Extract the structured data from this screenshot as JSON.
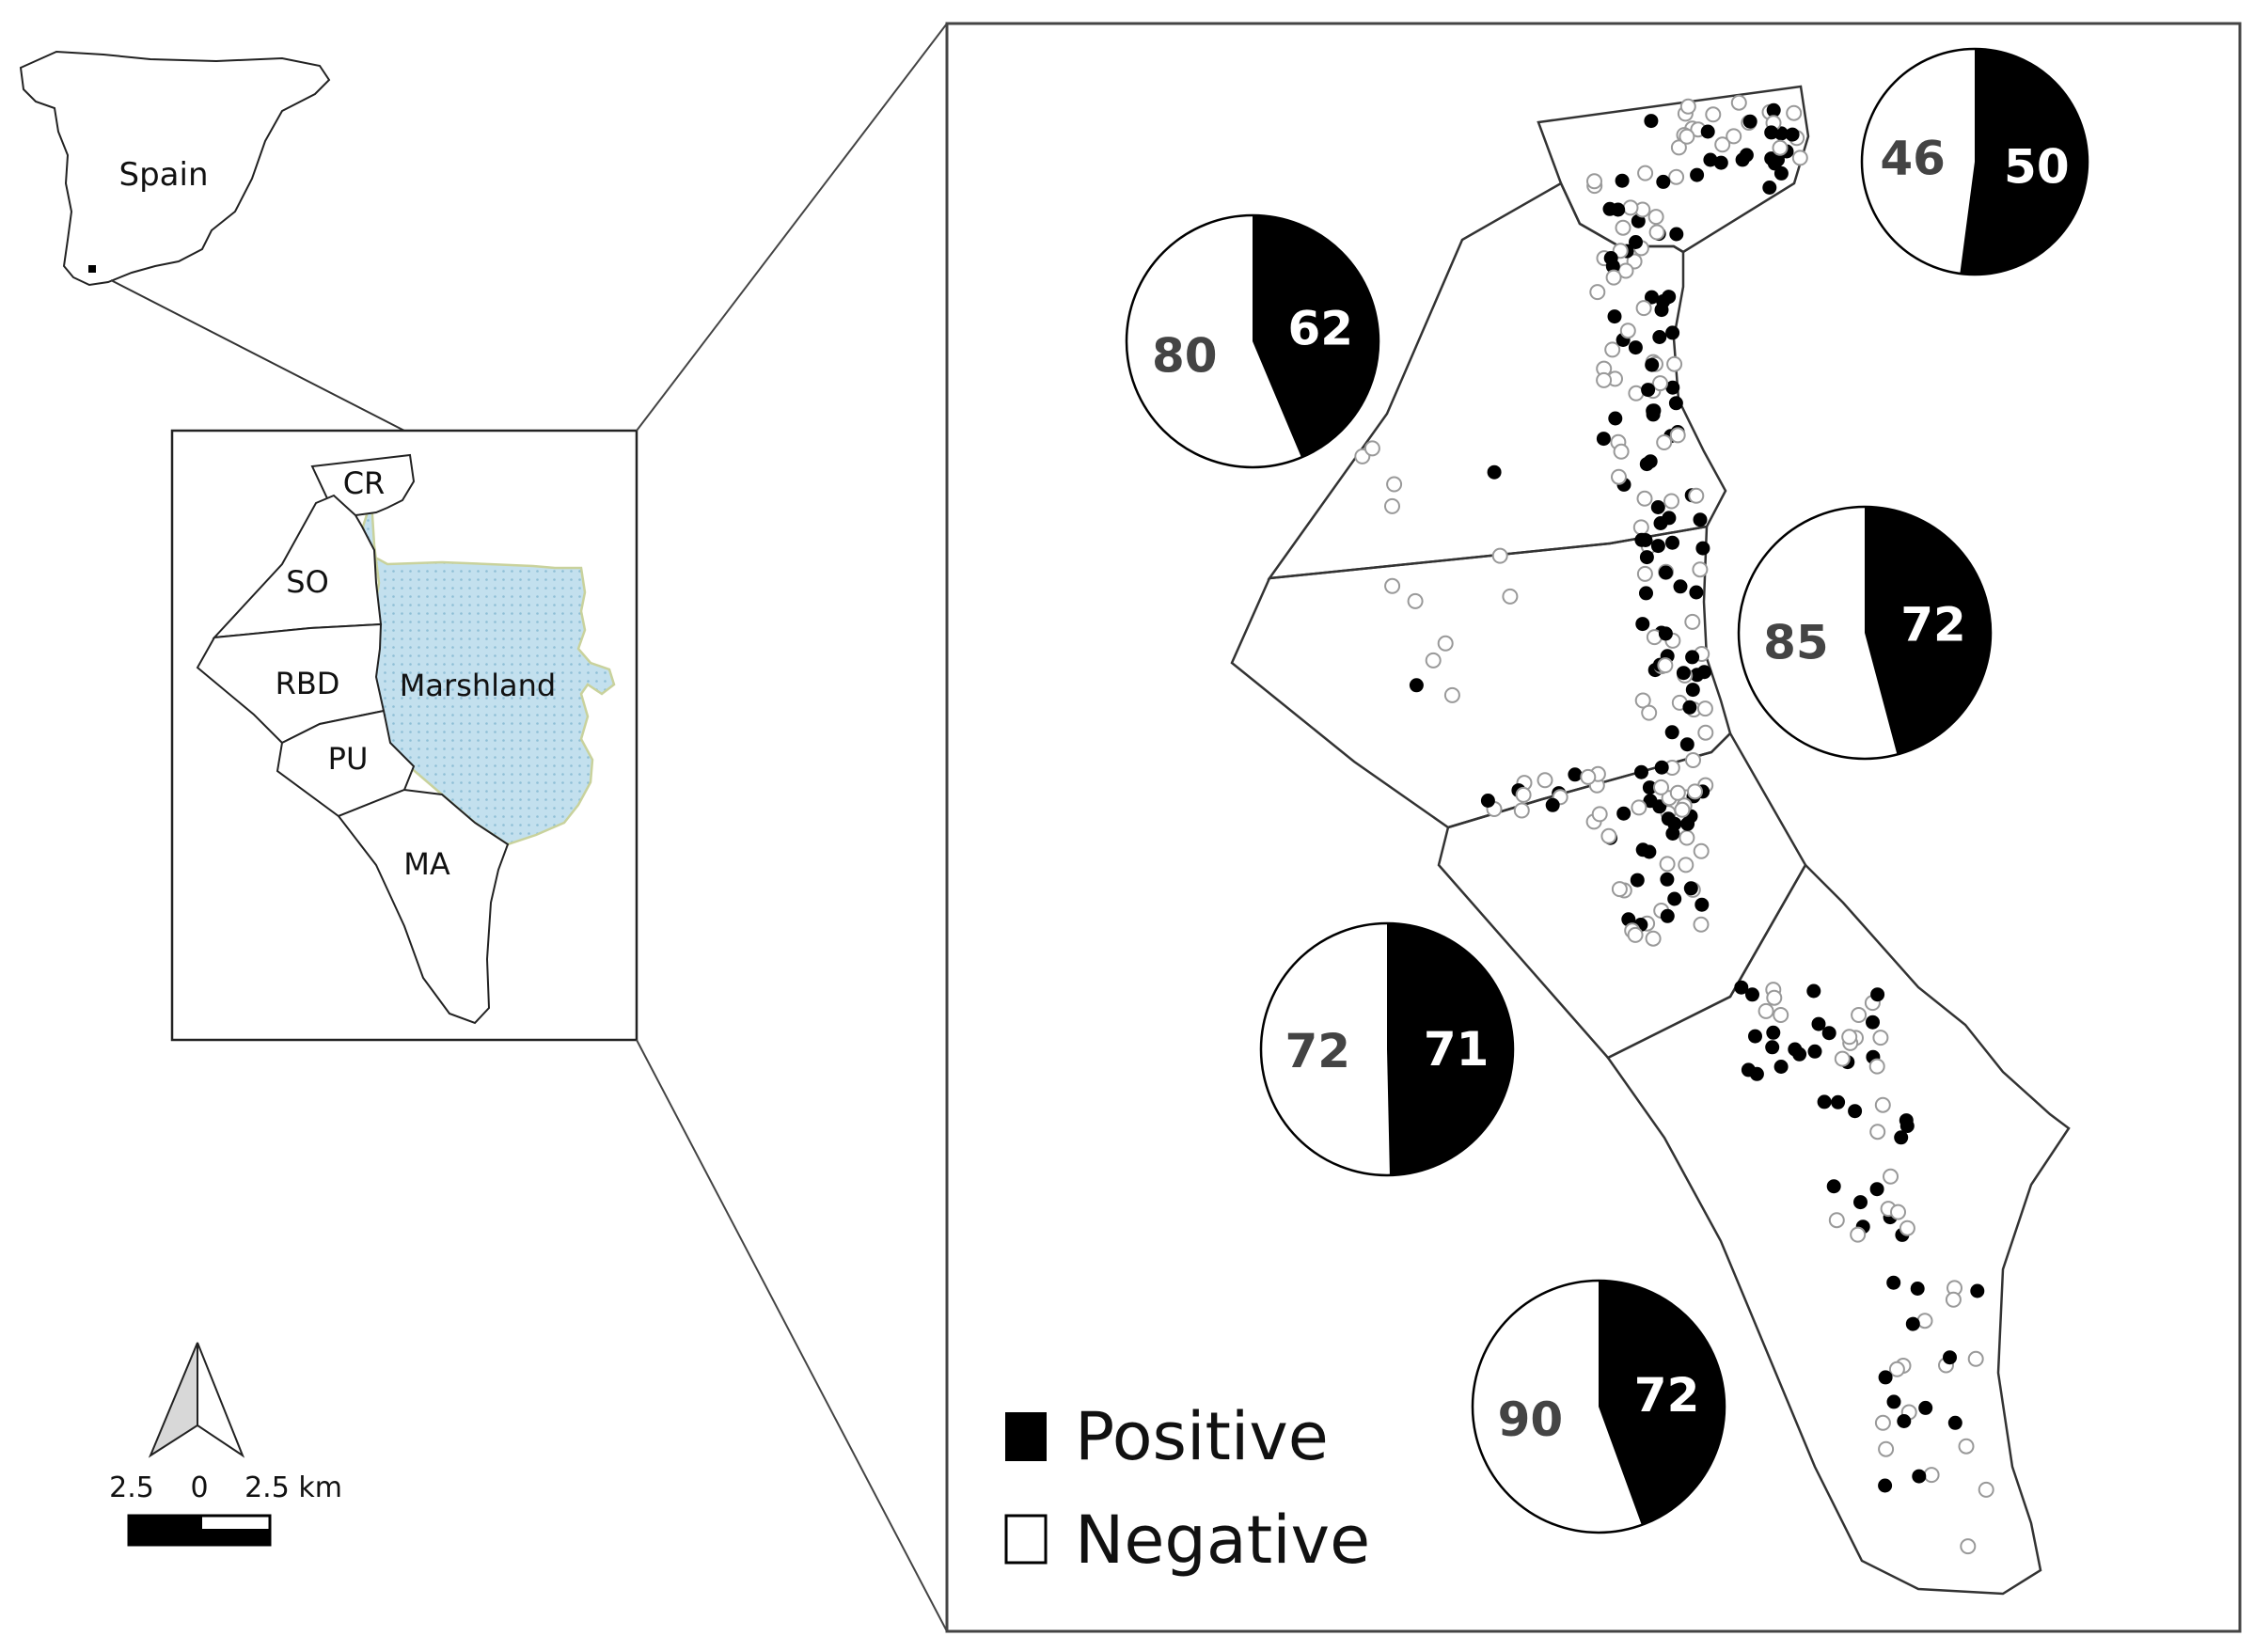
{
  "overview": {
    "country_label": "Spain"
  },
  "regions": {
    "cr": "CR",
    "so": "SO",
    "rbd": "RBD",
    "pu": "PU",
    "ma": "MA",
    "marshland": "Marshland"
  },
  "scale_bar": {
    "left": "2.5",
    "center": "0",
    "right": "2.5 km"
  },
  "legend": {
    "positive": "Positive",
    "negative": "Negative"
  },
  "pies": {
    "cr": {
      "negative": 46,
      "positive": 50
    },
    "so": {
      "negative": 80,
      "positive": 62
    },
    "rbd": {
      "negative": 85,
      "positive": 72
    },
    "pu": {
      "negative": 72,
      "positive": 71
    },
    "ma": {
      "negative": 90,
      "positive": 72
    }
  },
  "colors": {
    "positive": "#000000",
    "negative": "#ffffff",
    "marshland": "#b8d9e8"
  }
}
